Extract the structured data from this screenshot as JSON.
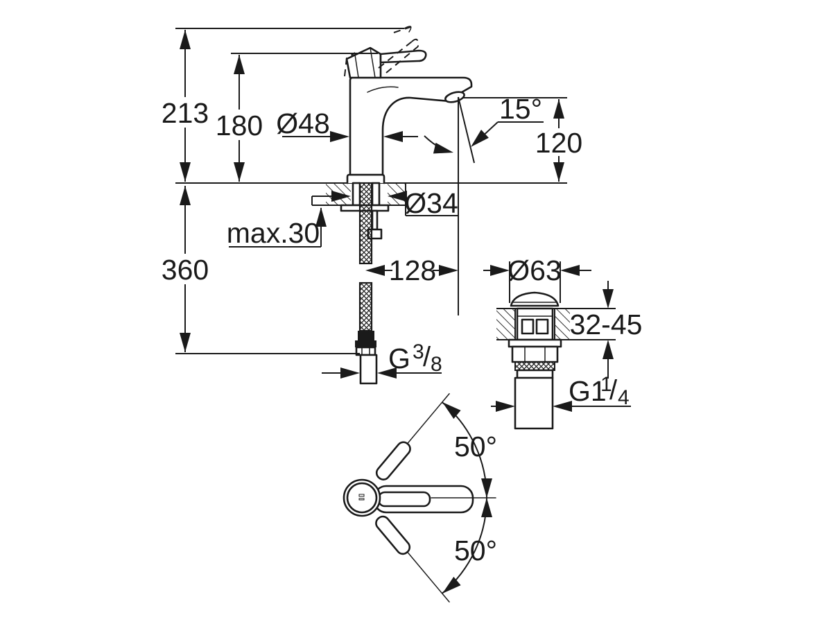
{
  "drawing": {
    "type": "technical-dimension-drawing",
    "colors": {
      "background": "#ffffff",
      "line": "#1a1a1a"
    },
    "dimensions": {
      "overall_height": "213",
      "lever_height": "180",
      "body_diameter": "Ø48",
      "stream_angle": "15°",
      "spout_height": "120",
      "mounting_hole_diameter": "Ø34",
      "max_mounting_thickness": "max.30",
      "hose_length": "360",
      "spout_reach": "128",
      "waste_flange_diameter": "Ø63",
      "basin_thickness_range": "32-45",
      "lever_swivel_upper": "50°",
      "lever_swivel_lower": "50°",
      "supply_thread": {
        "prefix": "G",
        "numerator": "3",
        "slash": "/",
        "denominator": "8"
      },
      "waste_thread": {
        "prefix": "G1",
        "numerator": "1",
        "slash": "/",
        "denominator": "4"
      }
    }
  }
}
